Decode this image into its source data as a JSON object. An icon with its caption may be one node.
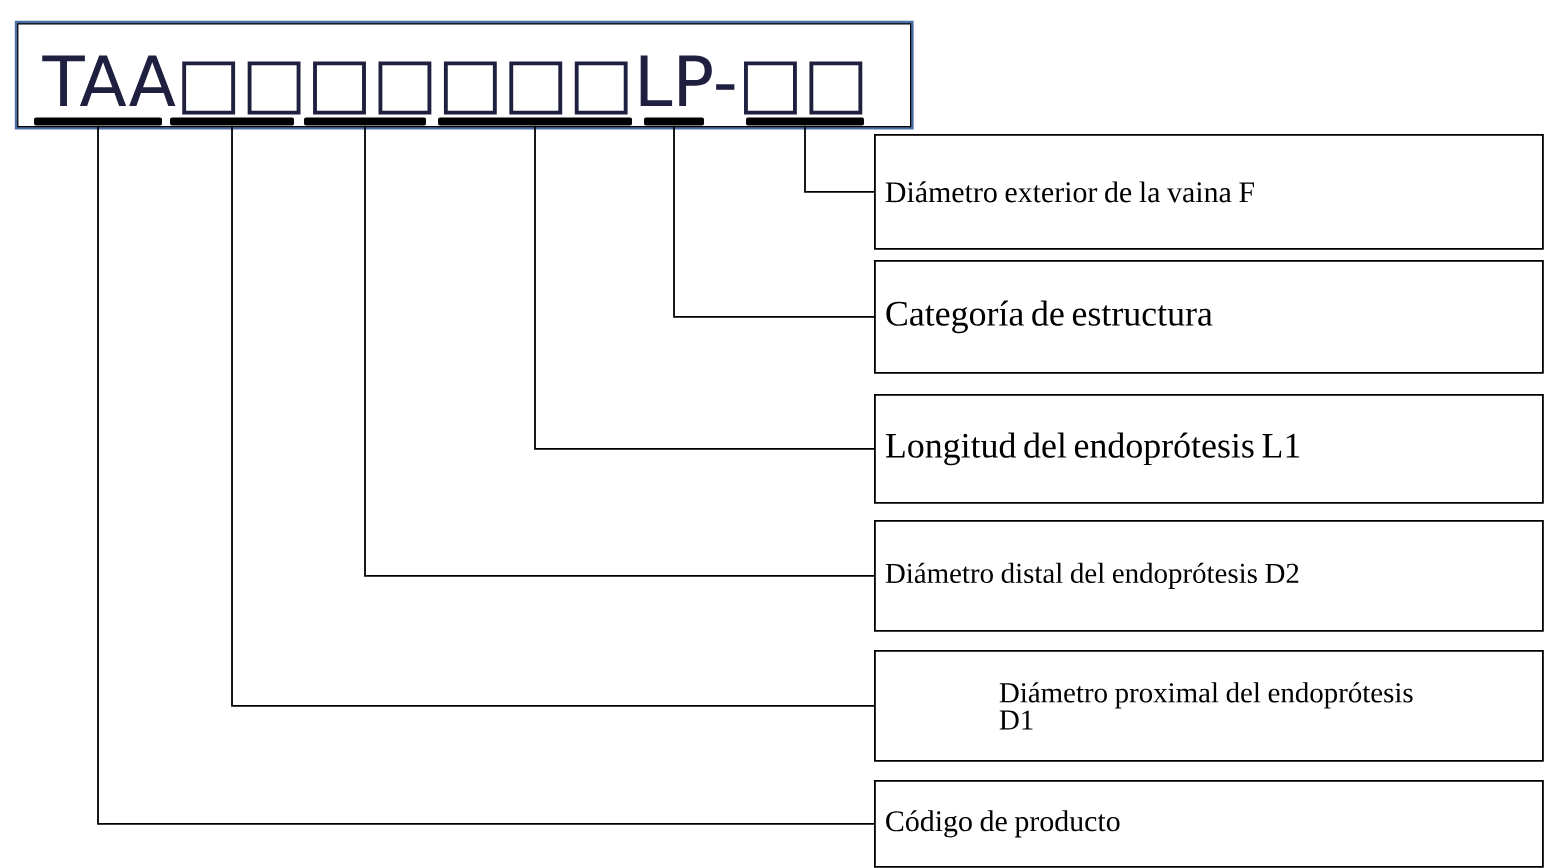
{
  "diagram": {
    "nodes": [
      {
        "text": [
          "TAA□□□□□□□LP-□□"
        ]
      },
      {
        "text": [],
        "shape": "bar",
        "in": 0
      },
      {
        "text": [],
        "shape": "bar",
        "in": 0
      },
      {
        "text": [],
        "shape": "bar",
        "in": 0
      },
      {
        "text": [],
        "shape": "bar",
        "in": 0
      },
      {
        "text": [],
        "shape": "bar",
        "in": 0
      },
      {
        "text": [],
        "shape": "bar",
        "in": 0
      },
      {
        "text": [
          "Diámetro exterior de la vaina F"
        ]
      },
      {
        "text": [
          "Categoría de estructura"
        ]
      },
      {
        "text": [
          "Longitud del endoprótesis L1"
        ]
      },
      {
        "text": [
          "Diámetro distal del endoprótesis D2"
        ]
      },
      {
        "text": [
          "Diámetro proximal del endoprótesis D1"
        ]
      },
      {
        "text": [
          "Código de producto"
        ]
      }
    ],
    "edges": [
      {
        "from": 7,
        "to": 6,
        "arrow": "none"
      },
      {
        "from": 8,
        "to": 5,
        "arrow": "none"
      },
      {
        "from": 9,
        "to": 4,
        "arrow": "none"
      },
      {
        "from": 10,
        "to": 3,
        "arrow": "none"
      },
      {
        "from": 11,
        "to": 2,
        "arrow": "none"
      },
      {
        "from": 12,
        "to": 1,
        "arrow": "none"
      }
    ]
  }
}
